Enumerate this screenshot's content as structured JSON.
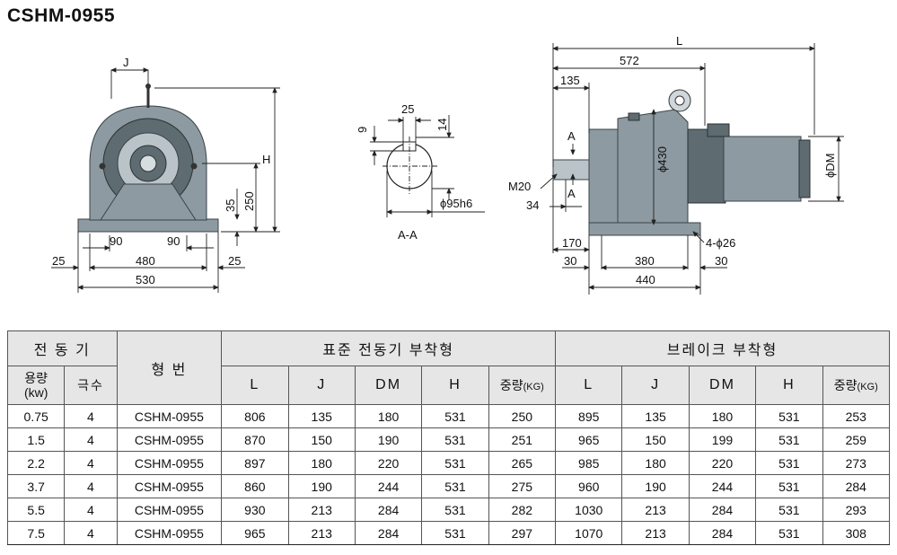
{
  "title": "CSHM-0955",
  "dimensions": {
    "J": "J",
    "H": "H",
    "d35": "35",
    "d250": "250",
    "d90a": "90",
    "d90b": "90",
    "d25a": "25",
    "d480": "480",
    "d25b": "25",
    "d530": "530",
    "d9": "9",
    "d25key": "25",
    "d14": "14",
    "shaft": "ϕ95h6",
    "section": "A-A",
    "L": "L",
    "d572": "572",
    "d135": "135",
    "d430": "ϕ430",
    "dm": "ϕDM",
    "m20": "M20",
    "d34": "34",
    "markA1": "A",
    "markA2": "A",
    "d170": "170",
    "d30a": "30",
    "d380": "380",
    "d30b": "30",
    "d440": "440",
    "holes": "4-ϕ26"
  },
  "table": {
    "head": {
      "motor": "전 동 기",
      "model": "형 번",
      "standard": "표준 전동기 부착형",
      "brake": "브레이크 부착형",
      "capacity": "용량",
      "capacity_unit": "(kw)",
      "poles": "극수",
      "col_L": "L",
      "col_J": "J",
      "col_DM": "DM",
      "col_H": "H",
      "weight": "중량",
      "weight_unit": "(KG)"
    },
    "rows": [
      {
        "kw": "0.75",
        "pole": "4",
        "model": "CSHM-0955",
        "sL": "806",
        "sJ": "135",
        "sDM": "180",
        "sH": "531",
        "sW": "250",
        "bL": "895",
        "bJ": "135",
        "bDM": "180",
        "bH": "531",
        "bW": "253"
      },
      {
        "kw": "1.5",
        "pole": "4",
        "model": "CSHM-0955",
        "sL": "870",
        "sJ": "150",
        "sDM": "190",
        "sH": "531",
        "sW": "251",
        "bL": "965",
        "bJ": "150",
        "bDM": "199",
        "bH": "531",
        "bW": "259"
      },
      {
        "kw": "2.2",
        "pole": "4",
        "model": "CSHM-0955",
        "sL": "897",
        "sJ": "180",
        "sDM": "220",
        "sH": "531",
        "sW": "265",
        "bL": "985",
        "bJ": "180",
        "bDM": "220",
        "bH": "531",
        "bW": "273"
      },
      {
        "kw": "3.7",
        "pole": "4",
        "model": "CSHM-0955",
        "sL": "860",
        "sJ": "190",
        "sDM": "244",
        "sH": "531",
        "sW": "275",
        "bL": "960",
        "bJ": "190",
        "bDM": "244",
        "bH": "531",
        "bW": "284"
      },
      {
        "kw": "5.5",
        "pole": "4",
        "model": "CSHM-0955",
        "sL": "930",
        "sJ": "213",
        "sDM": "284",
        "sH": "531",
        "sW": "282",
        "bL": "1030",
        "bJ": "213",
        "bDM": "284",
        "bH": "531",
        "bW": "293"
      },
      {
        "kw": "7.5",
        "pole": "4",
        "model": "CSHM-0955",
        "sL": "965",
        "sJ": "213",
        "sDM": "284",
        "sH": "531",
        "sW": "297",
        "bL": "1070",
        "bJ": "213",
        "bDM": "284",
        "bH": "531",
        "bW": "308"
      }
    ]
  }
}
